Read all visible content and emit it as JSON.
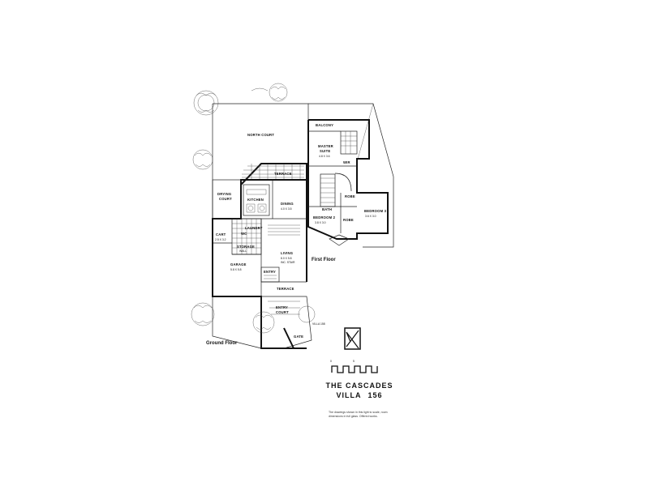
{
  "plan": {
    "rooms": {
      "north_court": "NORTH COURT",
      "balcony": "BALCONY",
      "master_suite": "MASTER\nSUITE",
      "master_suite_dim": "4.8 X 3.6",
      "wir": "WIR",
      "terrace_top": "TERRACE",
      "drying_court": "DRYING\nCOURT",
      "kitchen": "KITCHEN",
      "dining": "DINING",
      "dining_dim": "4.0 X 3.5",
      "bedroom2": "BEDROOM 2",
      "bedroom2_dim": "3.8 X 3.0",
      "bedroom3": "BEDROOM 3",
      "bedroom3_dim": "3.6 X 3.0",
      "robe1": "ROBE",
      "robe2": "ROBE",
      "bath": "BATH",
      "cart": "CART",
      "cart_dim": "2.5 X 3.2",
      "wc": "WC",
      "laundry": "LAUNDRY",
      "storage": "STORAGE",
      "storage_sub": "WALL",
      "living": "LIVING",
      "living_dim": "8.0 X 5.8",
      "living_sub": "INC. STAIR",
      "garage": "GARAGE",
      "garage_dim": "5.8 X 5.8",
      "entry": "ENTRY",
      "terrace_bottom": "TERRACE",
      "entry_court": "ENTRY\nCOURT",
      "gate": "GATE",
      "villa_no": "VILLA 158"
    },
    "floor_labels": {
      "first": "First Floor",
      "ground": "Ground Floor"
    },
    "scale_bar": {
      "start": "0",
      "end": "5"
    }
  },
  "title": {
    "line1": "THE CASCADES",
    "line2_a": "VILLA",
    "line2_b": "156"
  },
  "note": "The drawings shown in this light to scale, room dimensions in full glass. Offered works."
}
